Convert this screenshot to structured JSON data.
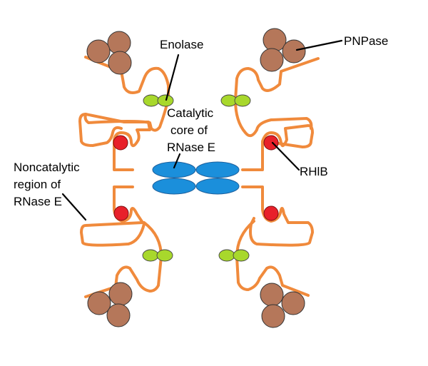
{
  "diagram": {
    "title": "RNase E degradosome organization",
    "labels": {
      "enolase": "Enolase",
      "pnpase": "PNPase",
      "catalytic_core": [
        "Catalytic",
        "core of",
        "RNase E"
      ],
      "noncatalytic_region": [
        "Noncatalytic",
        "region of",
        "RNase E"
      ],
      "rhlb": "RHlB"
    },
    "components": [
      {
        "name": "RNase E catalytic core",
        "count": 4,
        "shape": "ellipse"
      },
      {
        "name": "RNase E noncatalytic region",
        "count": 4,
        "shape": "curve"
      },
      {
        "name": "RhlB",
        "count": 4,
        "shape": "circle"
      },
      {
        "name": "Enolase",
        "count": 4,
        "shape": "double-oval"
      },
      {
        "name": "PNPase",
        "count": 4,
        "shape": "trimer"
      }
    ],
    "colors": {
      "chain": "#f08a3c",
      "core": "#1b8fdb",
      "rhlb": "#e8202a",
      "enolase": "#a8d82c",
      "pnpase": "#b5775a",
      "text": "#000000",
      "background": "#ffffff"
    }
  }
}
